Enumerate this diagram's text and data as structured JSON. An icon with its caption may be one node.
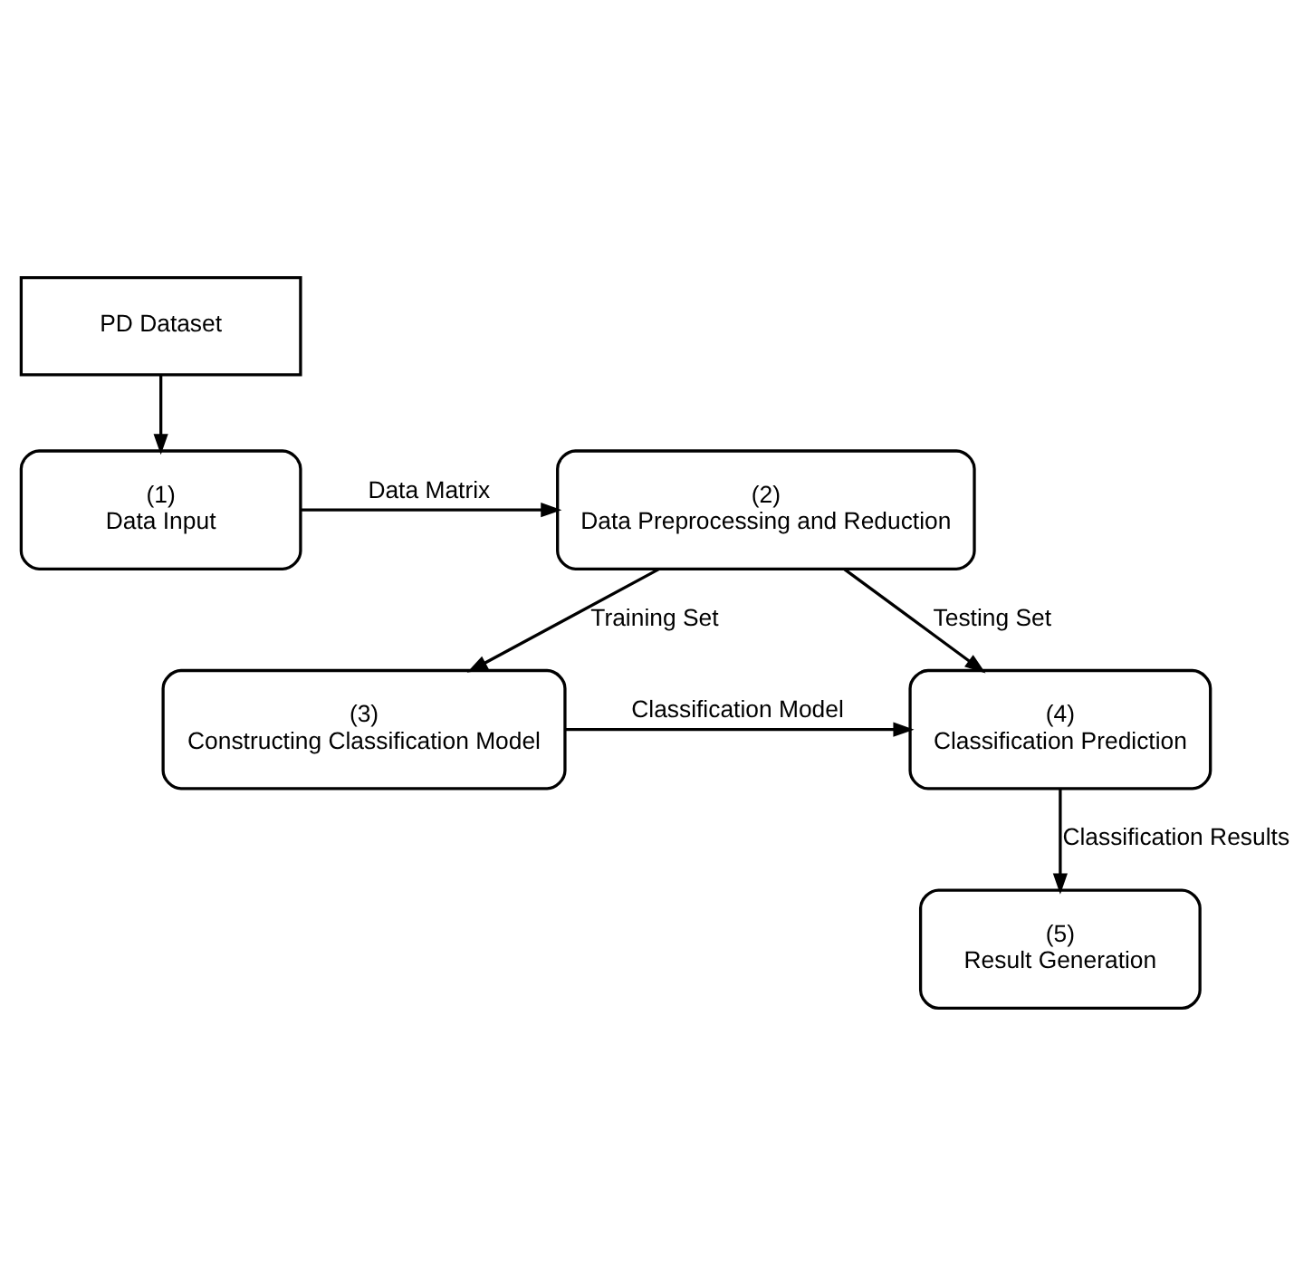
{
  "diagram": {
    "nodes": [
      {
        "text": [
          "PD Dataset"
        ]
      },
      {
        "text": [
          "(1)",
          "Data Input"
        ]
      },
      {
        "text": [
          "(2)",
          "Data Preprocessing and Reduction"
        ]
      },
      {
        "text": [
          "(3)",
          "Constructing Classification Model"
        ]
      },
      {
        "text": [
          "(4)",
          "Classification Prediction"
        ]
      },
      {
        "text": [
          "(5)",
          "Result Generation"
        ]
      }
    ],
    "edges": [
      {
        "from": 0,
        "to": 1,
        "arrow": "to"
      },
      {
        "from": 1,
        "to": 2,
        "arrow": "to",
        "label": "Data Matrix"
      },
      {
        "from": 2,
        "to": 3,
        "arrow": "to",
        "label": "Training Set"
      },
      {
        "from": 2,
        "to": 4,
        "arrow": "to",
        "label": "Testing Set"
      },
      {
        "from": 3,
        "to": 4,
        "arrow": "to",
        "label": "Classification Model"
      },
      {
        "from": 4,
        "to": 5,
        "arrow": "to",
        "label": "Classification Results"
      }
    ]
  }
}
